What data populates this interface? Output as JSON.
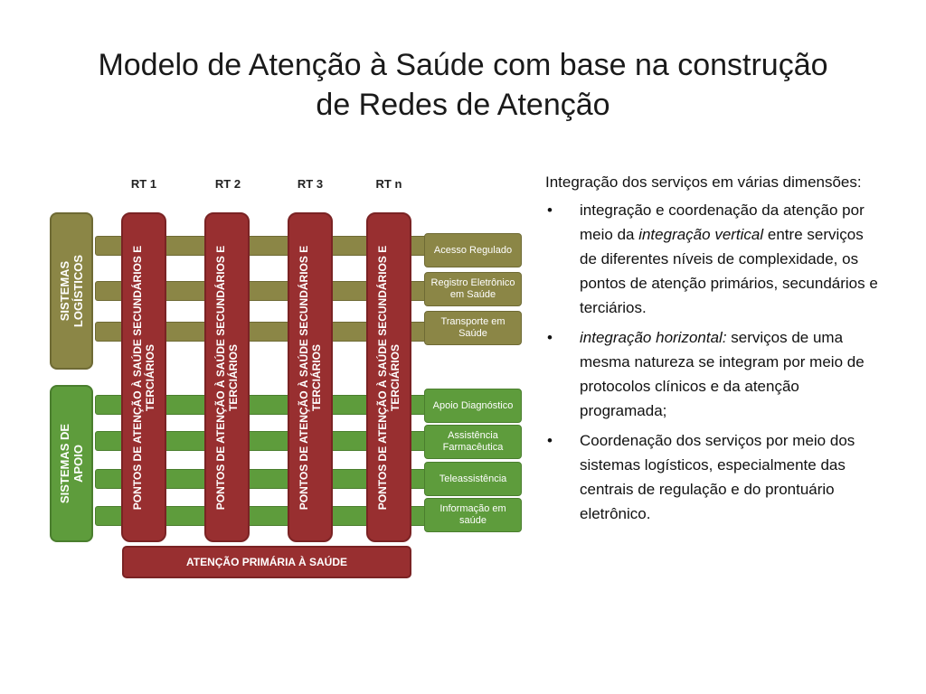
{
  "title": {
    "line1": "Modelo de Atenção à Saúde com base na construção",
    "line2": "de Redes de Atenção"
  },
  "diagram": {
    "rt_labels": [
      "RT 1",
      "RT 2",
      "RT 3",
      "RT n"
    ],
    "column_text": {
      "line1": "PONTOS DE ATENÇÃO À SAÚDE SECUNDÁRIOS E",
      "line2": "TERCIÁRIOS"
    },
    "sistemas_logisticos": {
      "line1": "SISTEMAS",
      "line2": "LOGÍSTICOS"
    },
    "sistemas_apoio": {
      "line1": "SISTEMAS DE",
      "line2": "APOIO"
    },
    "logistic_items": [
      "Acesso Regulado",
      "Registro Eletrônico em Saúde",
      "Transporte em Saúde"
    ],
    "support_items": [
      "Apoio Diagnóstico",
      "Assistência Farmacêutica",
      "Teleassistência",
      "Informação em saúde"
    ],
    "primary_care": "ATENÇÃO PRIMÁRIA À SAÚDE",
    "colors": {
      "olive": "#8b8646",
      "green": "#5e9c3c",
      "red": "#982f30"
    }
  },
  "text": {
    "intro": "Integração dos serviços em várias dimensões:",
    "bullet_symbol": "•",
    "b1_pre": "integração e coordenação da atenção por meio da ",
    "b1_em": "integração vertical",
    "b1_post": " entre serviços de diferentes níveis de complexidade, os pontos de atenção primários, secundários e terciários.",
    "b2_em": "integração horizontal:",
    "b2_post": " serviços de uma mesma natureza se integram por meio de protocolos clínicos e da atenção programada;",
    "b3": "Coordenação dos serviços por meio dos sistemas logísticos, especialmente das centrais de regulação e do prontuário eletrônico."
  }
}
